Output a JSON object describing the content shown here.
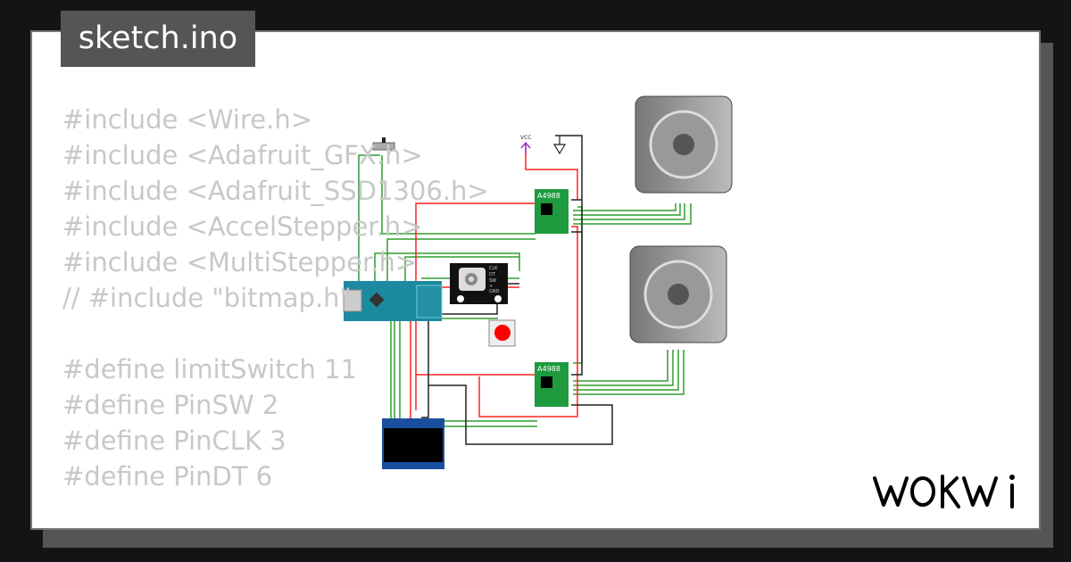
{
  "file_tab": {
    "label": "sketch.ino"
  },
  "code_lines": [
    "#include <Wire.h>",
    "#include <Adafruit_GFX.h>",
    "#include <Adafruit_SSD1306.h>",
    "#include <AccelStepper.h>",
    "#include <MultiStepper.h>",
    "// #include \"bitmap.h\"",
    "",
    "#define limitSwitch 11",
    "#define PinSW 2",
    "#define PinCLK 3",
    "#define PinDT 6"
  ],
  "circuit": {
    "driver_top": {
      "label": "A4988"
    },
    "driver_bottom": {
      "label": "A4988"
    },
    "vcc_label": "VCC",
    "encoder_pins": [
      "CLK",
      "DT",
      "SW",
      "+",
      "GND"
    ],
    "wire_colors": {
      "green": "#2e9e2e",
      "red": "#ff2020",
      "black": "#222222",
      "vcc": "#9933cc"
    }
  },
  "brand": {
    "logo": "WOKWI"
  }
}
